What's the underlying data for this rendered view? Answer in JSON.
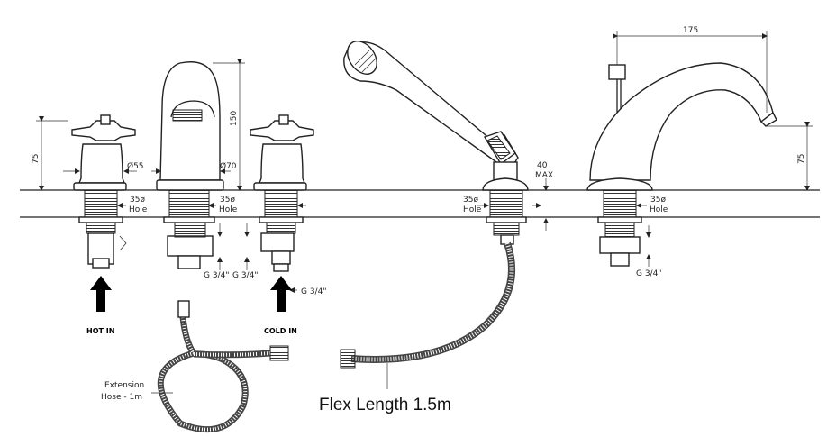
{
  "dimensions": {
    "width_175": "175",
    "h_75_left": "75",
    "h_150": "150",
    "h_75_right": "75",
    "dia_55": "Ø55",
    "dia_70": "Ø70",
    "max_40_value": "40",
    "max_40_word": "MAX"
  },
  "holes": {
    "hole_1_size": "35ø",
    "hole_2_size": "35ø",
    "hole_3_size": "35ø",
    "hole_4_size": "35ø",
    "hole_word": "Hole"
  },
  "threads": {
    "g_1": "G 3/4\"",
    "g_2": "G 3/4\"",
    "g_3": "G 3/4\"",
    "g_4": "G 3/4\""
  },
  "labels": {
    "hot_in": "HOT IN",
    "cold_in": "COLD IN",
    "extension_line1": "Extension",
    "extension_line2": "Hose - 1m",
    "flex_length": "Flex Length 1.5m"
  }
}
